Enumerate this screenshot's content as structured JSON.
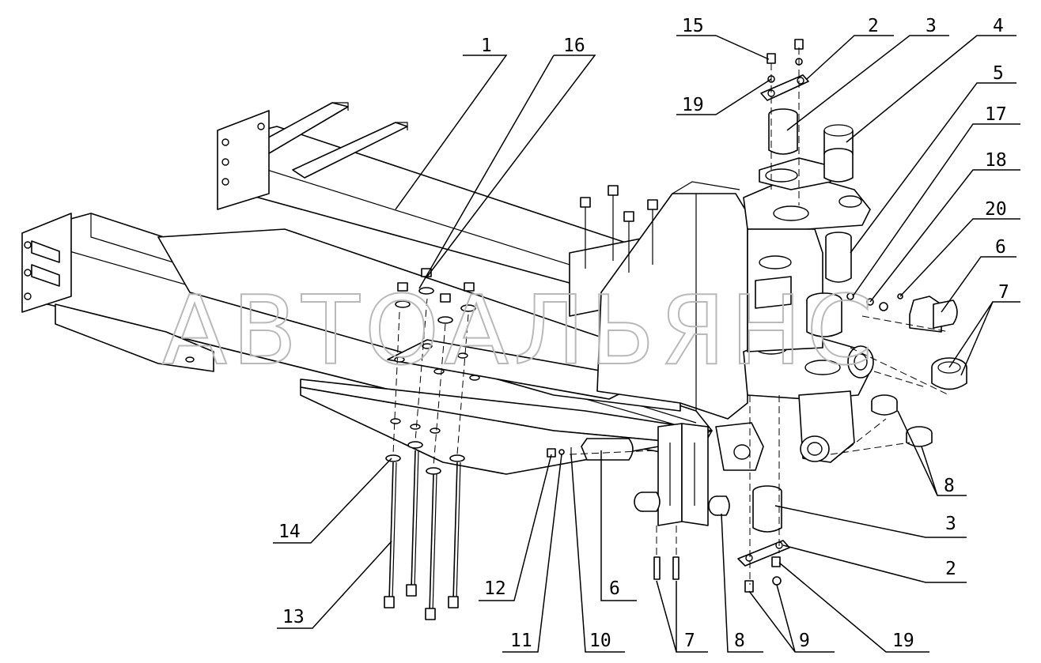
{
  "watermark": "АВТОАЛЬЯНС",
  "callouts": [
    {
      "id": "c1",
      "label": "1"
    },
    {
      "id": "c16",
      "label": "16"
    },
    {
      "id": "c15",
      "label": "15"
    },
    {
      "id": "c19a",
      "label": "19"
    },
    {
      "id": "c2a",
      "label": "2"
    },
    {
      "id": "c3a",
      "label": "3"
    },
    {
      "id": "c4",
      "label": "4"
    },
    {
      "id": "c5",
      "label": "5"
    },
    {
      "id": "c17",
      "label": "17"
    },
    {
      "id": "c18",
      "label": "18"
    },
    {
      "id": "c20",
      "label": "20"
    },
    {
      "id": "c6a",
      "label": "6"
    },
    {
      "id": "c7a",
      "label": "7"
    },
    {
      "id": "c8a",
      "label": "8"
    },
    {
      "id": "c3b",
      "label": "3"
    },
    {
      "id": "c2b",
      "label": "2"
    },
    {
      "id": "c19b",
      "label": "19"
    },
    {
      "id": "c9",
      "label": "9"
    },
    {
      "id": "c8b",
      "label": "8"
    },
    {
      "id": "c7b",
      "label": "7"
    },
    {
      "id": "c10",
      "label": "10"
    },
    {
      "id": "c11",
      "label": "11"
    },
    {
      "id": "c6b",
      "label": "6"
    },
    {
      "id": "c12",
      "label": "12"
    },
    {
      "id": "c13",
      "label": "13"
    },
    {
      "id": "c14",
      "label": "14"
    }
  ]
}
